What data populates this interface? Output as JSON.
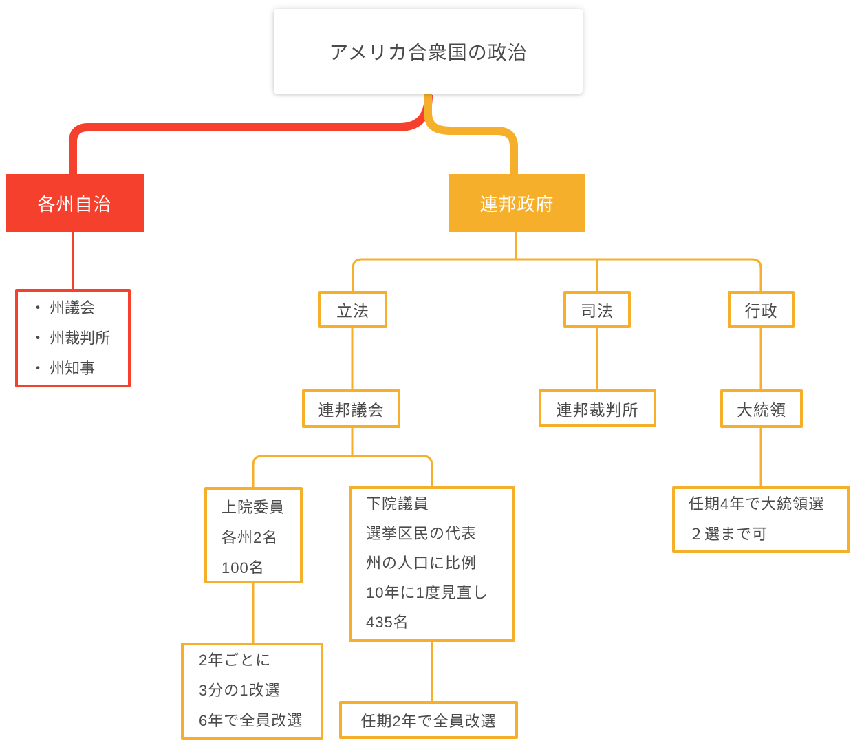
{
  "colors": {
    "red": "#F5402E",
    "orange": "#F5AF2B",
    "text_dark": "#4A4A4A",
    "background": "#FFFFFF"
  },
  "nodes": {
    "root": {
      "label": "アメリカ合衆国の政治"
    },
    "state_autonomy": {
      "label": "各州自治"
    },
    "state_detail": {
      "items": [
        "・ 州議会",
        "・ 州裁判所",
        "・ 州知事"
      ]
    },
    "federal_government": {
      "label": "連邦政府"
    },
    "legislative": {
      "label": "立法"
    },
    "judicial": {
      "label": "司法"
    },
    "executive": {
      "label": "行政"
    },
    "congress": {
      "label": "連邦議会"
    },
    "federal_court": {
      "label": "連邦裁判所"
    },
    "president": {
      "label": "大統領"
    },
    "senate": {
      "lines": [
        "上院委員",
        "各州2名",
        "100名"
      ]
    },
    "house": {
      "lines": [
        "下院議員",
        "選挙区民の代表",
        "州の人口に比例",
        "10年に1度見直し",
        "435名"
      ]
    },
    "president_term": {
      "lines": [
        "任期4年で大統領選",
        "２選まで可"
      ]
    },
    "senate_term": {
      "lines": [
        "2年ごとに",
        "3分の1改選",
        "6年で全員改選"
      ]
    },
    "house_term": {
      "label": "任期2年で全員改選"
    }
  }
}
